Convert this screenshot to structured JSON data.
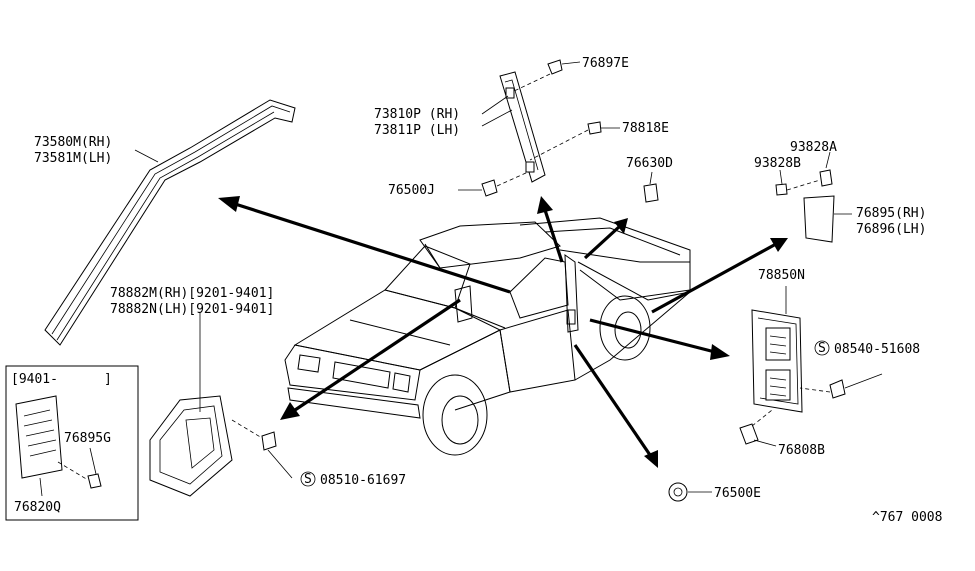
{
  "labels": {
    "l73580": "73580M(RH)",
    "l73581": "73581M(LH)",
    "l73810": "73810P (RH)",
    "l73811": "73811P (LH)",
    "l76897": "76897E",
    "l78818": "78818E",
    "l76500j": "76500J",
    "l76630": "76630D",
    "l93828a": "93828A",
    "l93828b": "93828B",
    "l76895": "76895(RH)",
    "l76896": "76896(LH)",
    "l78882m": "78882M(RH)[9201-9401]",
    "l78882n": "78882N(LH)[9201-9401]",
    "l78850": "78850N",
    "l08540": "08540-51608",
    "l76808": "76808B",
    "l08510": "08510-61697",
    "l76500e": "76500E",
    "inset_range": "[9401-",
    "inset_bracket": "]",
    "l76895g": "76895G",
    "l76820q": "76820Q",
    "figure_code": "^767 0008",
    "screw_symbol": "S"
  }
}
